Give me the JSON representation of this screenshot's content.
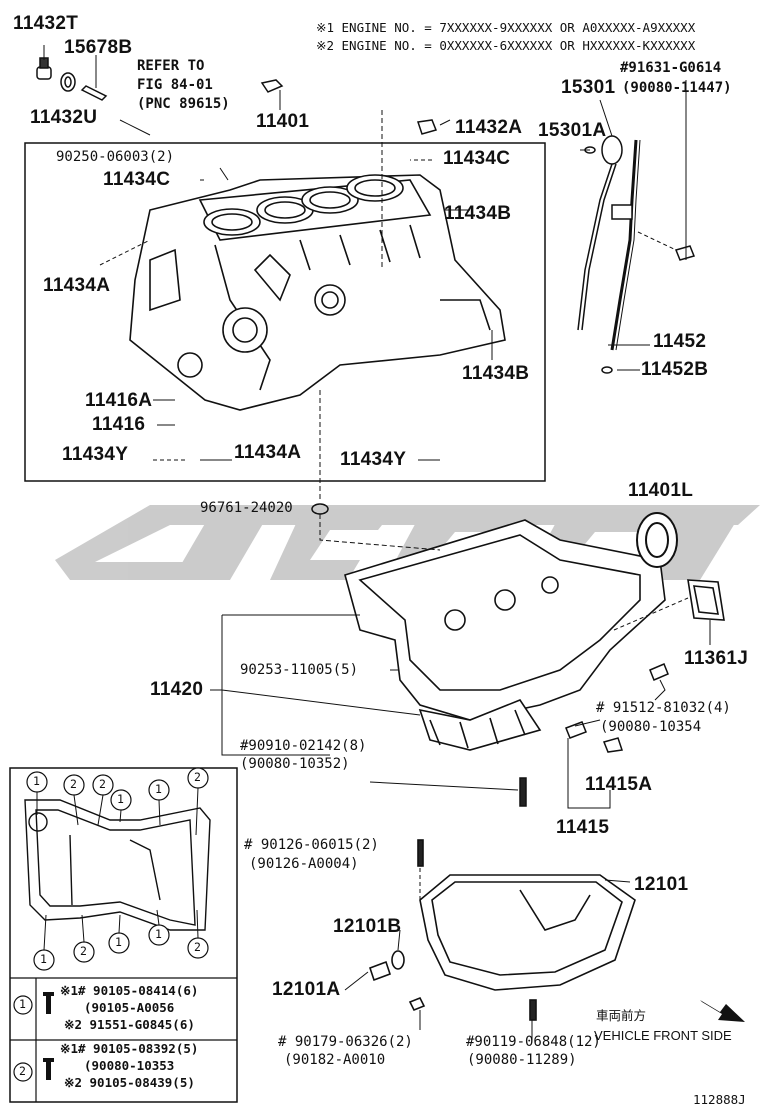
{
  "notes": {
    "note1": "※1 ENGINE NO. = 7XXXXXX-9XXXXXX OR A0XXXXX-A9XXXXX",
    "note2": "※2 ENGINE NO. = 0XXXXXX-6XXXXXX OR HXXXXXX-KXXXXXX"
  },
  "labels": {
    "p11432T": "11432T",
    "p15678B": "15678B",
    "p11432U": "11432U",
    "refer1": "REFER TO",
    "refer2": "FIG 84-01",
    "refer3": "(PNC 89615)",
    "p11401": "11401",
    "p11432A": "11432A",
    "p90250": "90250-06003(2)",
    "p11434C_right": "11434C",
    "p11434C_left": "11434C",
    "p11434B_top": "11434B",
    "p11434A_left": "11434A",
    "p11416A": "11416A",
    "p11416": "11416",
    "p11434Y_left": "11434Y",
    "p11434A_bottom": "11434A",
    "p11434Y_right": "11434Y",
    "p11434B_right": "11434B",
    "p91631": "#91631-G0614",
    "p15301": "15301",
    "p90080_11447": "(90080-11447)",
    "p15301A": "15301A",
    "p11452": "11452",
    "p11452B": "11452B",
    "p96761": "96761-24020",
    "p11401L": "11401L",
    "p11361J": "11361J",
    "p11420": "11420",
    "p90253": "90253-11005(5)",
    "p91512": "# 91512-81032(4)",
    "p90080_10354": "(90080-10354",
    "p90910": "#90910-02142(8)",
    "p90080_10352": "(90080-10352)",
    "p11415A": "11415A",
    "p11415": "11415",
    "p90126": "# 90126-06015(2)",
    "p90126A": "(90126-A0004)",
    "p12101": "12101",
    "p12101B": "12101B",
    "p12101A": "12101A",
    "p90179": "# 90179-06326(2)",
    "p90182": "(90182-A0010",
    "p90119": "#90119-06848(12)",
    "p90080_11289": "(90080-11289)",
    "front_jp": "車両前方",
    "front_en": "VEHICLE FRONT SIDE",
    "code": "112888J"
  },
  "legend": {
    "row1": {
      "num": "1",
      "l1": "※1# 90105-08414(6)",
      "l2": "(90105-A0056",
      "l3": "※2 91551-G0845(6)"
    },
    "row2": {
      "num": "2",
      "l1": "※1# 90105-08392(5)",
      "l2": "(90080-10353",
      "l3": "※2 90105-08439(5)"
    },
    "inset_marks": [
      "1",
      "2",
      "2",
      "1",
      "1",
      "2",
      "1",
      "2",
      "1",
      "1",
      "2"
    ]
  },
  "watermark": {
    "color": "#c8c8c8"
  }
}
